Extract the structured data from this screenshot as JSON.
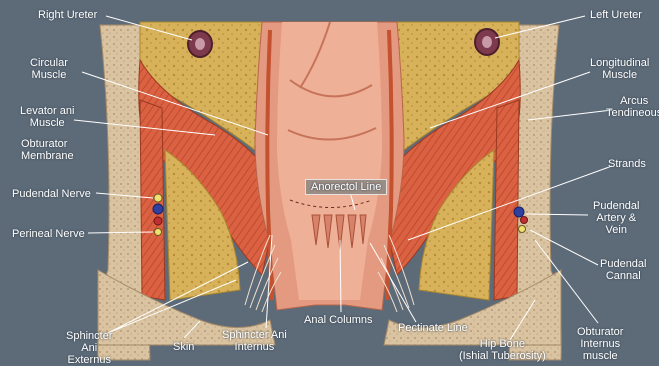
{
  "diagram": {
    "labels": {
      "right_ureter": "Right Ureter",
      "left_ureter": "Left Ureter",
      "circular_muscle": "Circular\nMuscle",
      "longitudinal_muscle": "Longitudinal\nMuscle",
      "levator_ani_muscle": "Levator ani\nMuscle",
      "arcus_tendineous": "Arcus\nTendineous",
      "obturator_membrane": "Obturator\nMembrane",
      "strands": "Strands",
      "anorectal_line": "Anorectol Line",
      "pudendal_nerve": "Pudendal Nerve",
      "pudendal_artery_vein": "Pudendal\nArtery &\nVein",
      "perineal_nerve": "Perineal Nerve",
      "pudendal_cannal": "Pudendal\nCannal",
      "anal_columns": "Anal Columns",
      "pectinate_line": "Pectinate Line",
      "sphincter_ani_externus": "Sphincter\nAni\nExternus",
      "skin": "Skin",
      "sphincter_ani_internus": "Sphincter Ani\nInternus",
      "hip_bone": "Hip Bone\n(Ishial Tuberosity)",
      "obturator_internus_muscle": "Obturator\nInternus\nmuscle"
    },
    "colors": {
      "background": "#5d6b79",
      "bone": "#e2cfa5",
      "fat": "#d8b45c",
      "muscle": "#d85c3c",
      "mucosa": "#e8a08a",
      "nerve": "#f0e070",
      "artery": "#c03030",
      "vein": "#3040a0"
    }
  }
}
